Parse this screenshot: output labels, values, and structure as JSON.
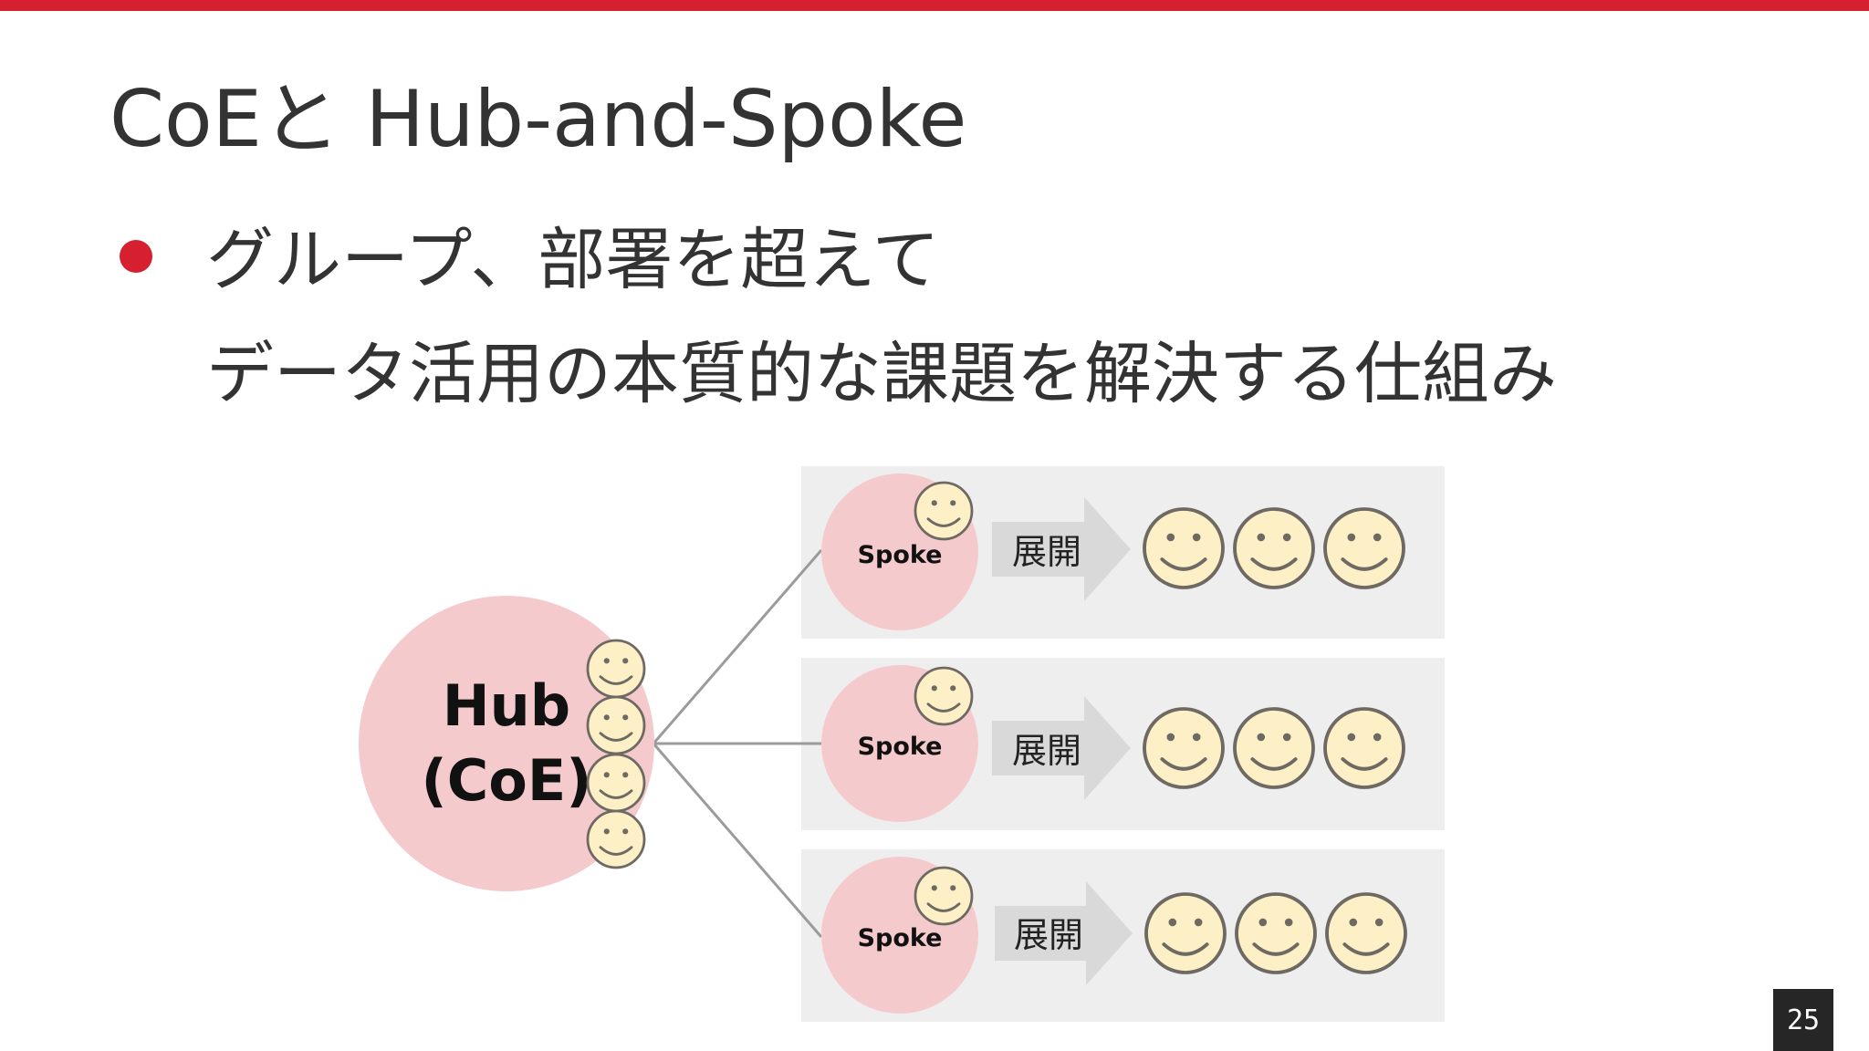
{
  "slide": {
    "title": "CoEと Hub-and-Spoke",
    "bullet": {
      "line1": "グループ、部署を超えて",
      "line2": "データ活用の本質的な課題を解決する仕組み"
    },
    "page_number": "25"
  },
  "diagram": {
    "hub": {
      "line1": "Hub",
      "line2": "(CoE)",
      "people_count": 4
    },
    "rows": [
      {
        "spoke_label": "Spoke",
        "arrow_label": "展開",
        "people_count": 3
      },
      {
        "spoke_label": "Spoke",
        "arrow_label": "展開",
        "people_count": 3
      },
      {
        "spoke_label": "Spoke",
        "arrow_label": "展開",
        "people_count": 3
      }
    ]
  },
  "colors": {
    "accent_red": "#d7202f",
    "circle_pink": "#f4cacd",
    "panel_gray": "#efeeef",
    "arrow_gray": "#d9d9d9",
    "face_fill": "#fdf0c6",
    "face_stroke": "#6e6a63",
    "connector": "#9b9b9b"
  },
  "icons": [
    "smiley-face-icon",
    "arrow-right-icon"
  ]
}
